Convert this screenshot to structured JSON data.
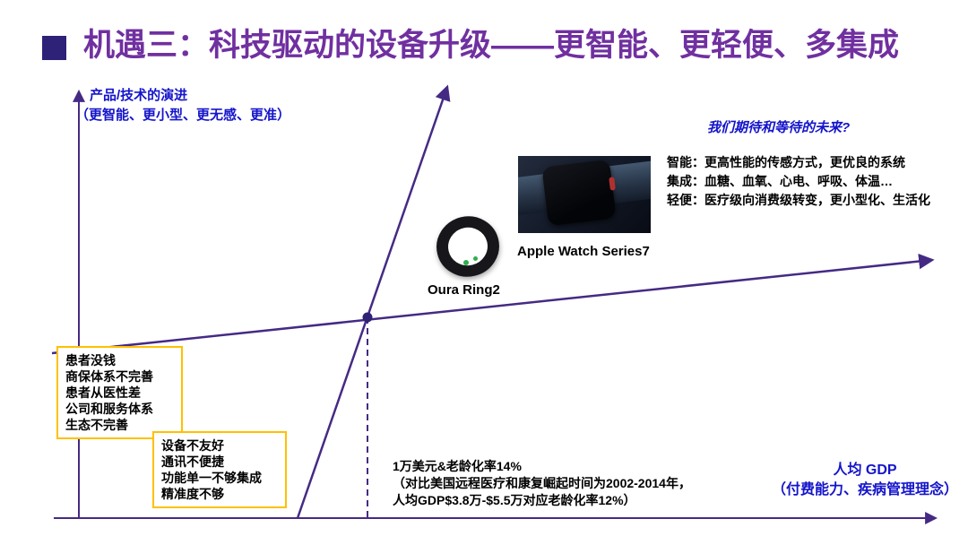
{
  "title": {
    "text": "机遇三：科技驱动的设备升级——更智能、更轻便、多集成"
  },
  "y_axis": {
    "label_line1": "产品/技术的演进",
    "label_line2": "（更智能、更小型、更无感、更准）"
  },
  "x_axis": {
    "label_line1": "人均 GDP",
    "label_line2": "（付费能力、疾病管理理念）"
  },
  "future": {
    "heading": "我们期待和等待的未来?",
    "lines": [
      "智能：更高性能的传感方式，更优良的系统",
      "集成：血糖、血氧、心电、呼吸、体温…",
      "轻便：医疗级向消费级转变，更小型化、生活化"
    ]
  },
  "devices": {
    "oura_label": "Oura Ring2",
    "watch_label": "Apple Watch Series7"
  },
  "barriers": {
    "ecosystem": [
      "患者没钱",
      "商保体系不完善",
      "患者从医性差",
      "公司和服务体系",
      "生态不完善"
    ],
    "device": [
      "设备不友好",
      "通讯不便捷",
      "功能单一不够集成",
      "精准度不够"
    ]
  },
  "threshold": {
    "lines": [
      "1万美元&老龄化率14%",
      "（对比美国远程医疗和康复崛起时间为2002-2014年，",
      "人均GDP$3.8万-$5.5万对应老龄化率12%）"
    ]
  },
  "colors": {
    "title_purple": "#7030A0",
    "bullet_indigo": "#2E2278",
    "axis_purple": "#452A84",
    "label_blue": "#1414CC",
    "highlight_yellow": "#FFC000",
    "sensor_green": "#2FAE4E",
    "crown_red": "#B03030"
  }
}
